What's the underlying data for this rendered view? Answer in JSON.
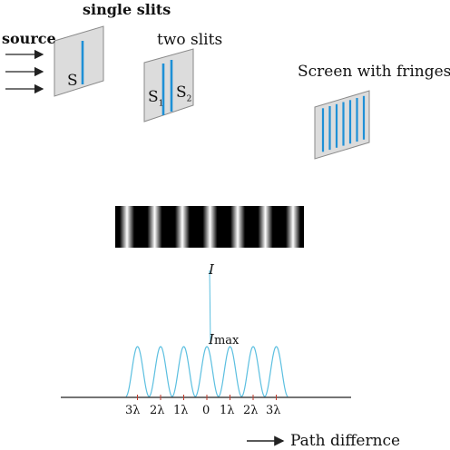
{
  "labels": {
    "source": "source",
    "single_slits": "single slits",
    "two_slits": "two slits",
    "screen": "Screen with fringes",
    "slit_s": "S",
    "slit_s1": "S",
    "slit_s1_sub": "1",
    "slit_s2": "S",
    "slit_s2_sub": "2",
    "intensity_axis": "I",
    "imax_main": "I",
    "imax_sub": "max",
    "path_difference": "Path differnce"
  },
  "tick_labels": [
    "3λ",
    "2λ",
    "1λ",
    "0",
    "1λ",
    "2λ",
    "3λ"
  ],
  "fringe_count": 7,
  "colors": {
    "slit_blue": "#1e90d6",
    "curve_cyan": "#5bbfe0",
    "panel_gray": "#dcdcdc",
    "panel_border": "#8a8a8a",
    "axis_color": "#222222"
  }
}
